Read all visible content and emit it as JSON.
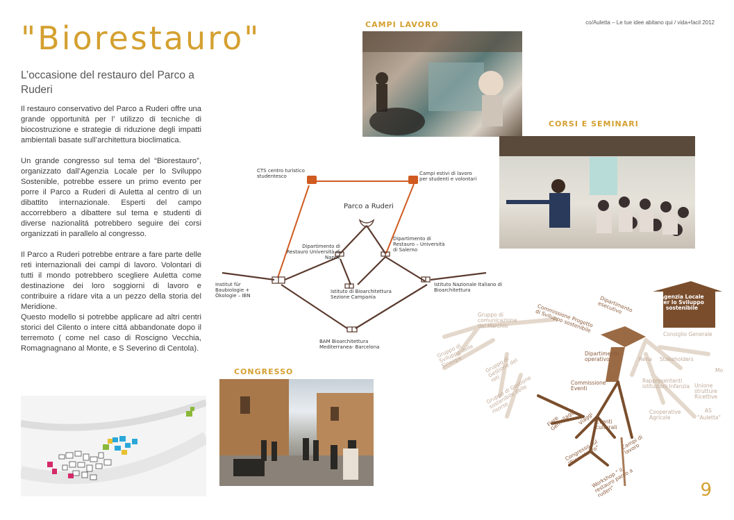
{
  "header": {
    "right_text": "co/Auletta – Le tue idee abitano qui / vida+facil 2012"
  },
  "title": "\"Biorestauro\"",
  "subtitle": "L’occasione del restauro del Parco a Ruderi",
  "paragraphs": [
    "Il restauro conservativo del Parco a Ruderi offre una grande opportunitá per l’ utilizzo di tecniche di biocostruzione e strategie di riduzione degli impatti ambientali basate sull’architettura bioclimatica.",
    "Un grande congresso sul tema del “Biorestauro”, organizzato dall’Agenzia Locale per lo Sviluppo Sostenible, potrebbe essere un primo evento per porre il Parco a Ruderi di Auletta al centro di un dibattito internazionale. Esperti del campo accorrebbero a dibattere sul tema e studenti di diverse nazionalitá potrebbero seguire dei corsi organizzati in parallelo al congresso.",
    "Il Parco a Ruderi potrebbe entrare a fare parte delle reti internazionali dei campi di lavoro. Volontari di tutti il mondo potrebbero scegliere Auletta come destinazione dei loro soggiorni di lavoro e contribuire a ridare vita a un pezzo della storia del Meridione.",
    "Questo modello si potrebbe applicare ad altri centri storici del Cilento o intere cittá abbandonate dopo il terremoto ( come nel caso di Roscigno Vecchia, Romagnagnano al Monte, e S Severino di Centola)."
  ],
  "captions": {
    "campi": "CAMPI LAVORO",
    "corsi": "CORSI E SEMINARI",
    "congresso": "CONGRESSO"
  },
  "network": {
    "center": "Parco a Ruderi",
    "cts": "CTS centro turistico studentesco",
    "campi_estivi": "Campi estivi di lavoro per studenti e volontari",
    "dip_napoli": "Dipartimento di Restauro Università di Napoli",
    "dip_salerno": "Dipartimento di Restauro – Università di Salerno",
    "ibn": "Institut für Baubiologie + Ökologie – IBN",
    "bio_campania": "Istituto di Bioarchitettura Sezione Campania",
    "inbar": "Istituto Nazionale Italiano di Bioarchitettura",
    "bam": "BAM Bioarchitettura Mediterranea- Barcelona"
  },
  "tree": {
    "agency": "Agenzia Locale per lo Sviluppo sostenibile",
    "dip_esecutivo": "Dipartimento esecutivo",
    "commissione_progetto": "Commissione Progetto di Sviluppo sostenibile",
    "dip_operativo": "Dipartimento operativo",
    "commissione_eventi": "Commissione Eventi",
    "fiere": "Fiere Gemellaggi",
    "viaggi": "Viaggi",
    "eventi_culturali": "Eventi culturali",
    "congresso": "Congresso sul \"Biorestauro\"",
    "campi": "Campi di lavoro",
    "workshop": "Workshop \" il restauro parco a ruderi\"",
    "consiglio": "Consiglio Generale",
    "rena": "Rena",
    "stakeholders": "Stakeholders",
    "gruppo_comunicazione": "Gruppo di comunicazione del Marchio",
    "gruppo_sinergie": "Gruppo di Sviluppo delle Sinergie",
    "gruppo_reti": "Gruppo di Gestione del reti",
    "gruppo_risorse": "Gruppo di Gestione sostenibile delle risorse",
    "rappresentanti": "Rappresentanti istituzioni Infanzia",
    "unione": "Unione strutture Ricettive",
    "cooperative": "Cooperative Agricole",
    "as": "AS",
    "auletta": "\"Auletta\"",
    "mo": "Mo"
  },
  "page_number": "9",
  "colors": {
    "accent": "#d4a030",
    "brown": "#7a4e2d",
    "orange": "#d05a20",
    "faint": "#c8b4a4"
  }
}
